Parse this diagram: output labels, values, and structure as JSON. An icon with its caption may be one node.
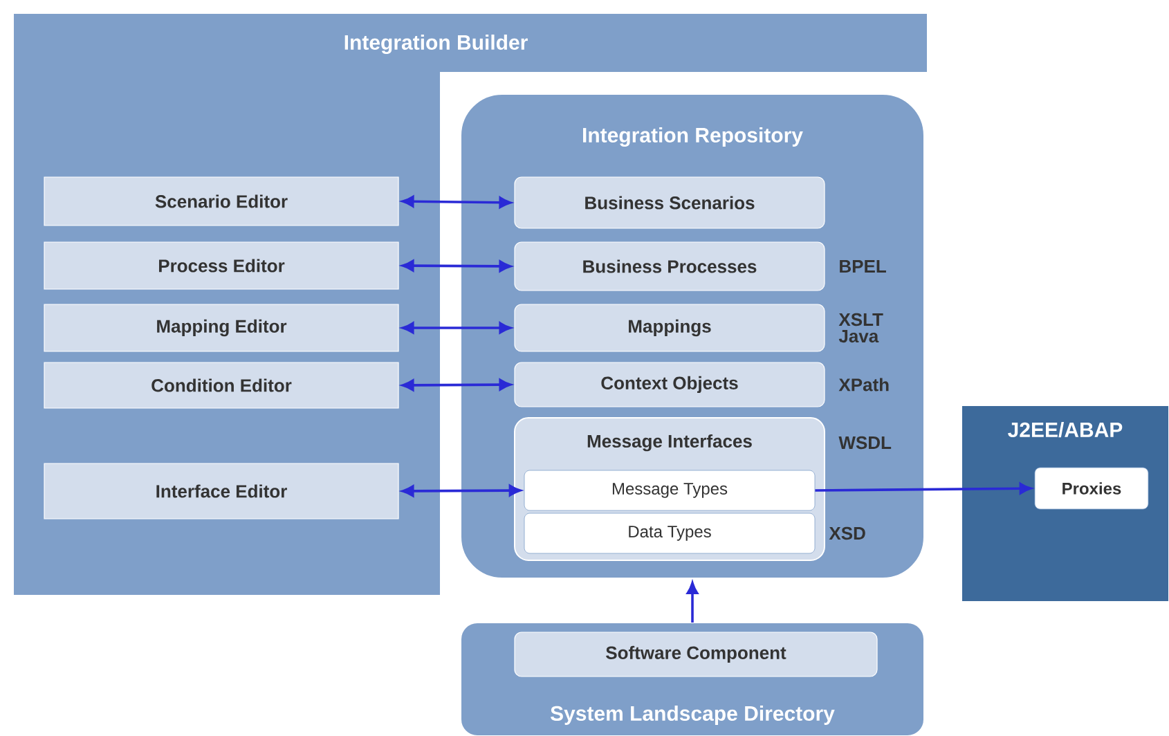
{
  "diagram": {
    "nodes": [
      {
        "text": [
          "Integration Builder"
        ]
      },
      {
        "text": [
          "Scenario Editor"
        ],
        "in": 0
      },
      {
        "text": [
          "Process Editor"
        ],
        "in": 0
      },
      {
        "text": [
          "Mapping Editor"
        ],
        "in": 0
      },
      {
        "text": [
          "Condition Editor"
        ],
        "in": 0
      },
      {
        "text": [
          "Interface Editor"
        ],
        "in": 0
      },
      {
        "text": [
          "Integration Repository"
        ]
      },
      {
        "text": [
          "Business Scenarios"
        ],
        "in": 6
      },
      {
        "text": [
          "Business Processes"
        ],
        "in": 6,
        "beside": [
          "BPEL"
        ]
      },
      {
        "text": [
          "Mappings"
        ],
        "in": 6,
        "beside": [
          "XSLT Java"
        ]
      },
      {
        "text": [
          "Context Objects"
        ],
        "in": 6,
        "beside": [
          "XPath"
        ]
      },
      {
        "text": [
          "Message Interfaces"
        ],
        "in": 6,
        "beside": [
          "WSDL"
        ]
      },
      {
        "text": [
          "Message Types"
        ],
        "in": 11
      },
      {
        "text": [
          "Data Types"
        ],
        "in": 11,
        "beside": [
          "XSD"
        ]
      },
      {
        "text": [
          "J2EE/ABAP"
        ]
      },
      {
        "text": [
          "Proxies"
        ],
        "in": 14
      },
      {
        "text": [
          "System Landscape Directory"
        ]
      },
      {
        "text": [
          "Software Component"
        ],
        "in": 16
      }
    ],
    "edges": [
      {
        "from": 1,
        "to": 7,
        "arrow": "both"
      },
      {
        "from": 2,
        "to": 8,
        "arrow": "both"
      },
      {
        "from": 3,
        "to": 9,
        "arrow": "both"
      },
      {
        "from": 4,
        "to": 10,
        "arrow": "both"
      },
      {
        "from": 5,
        "to": 12,
        "arrow": "both"
      },
      {
        "from": 12,
        "to": 15,
        "arrow": "to"
      },
      {
        "from": 16,
        "to": 6,
        "arrow": "to"
      }
    ]
  }
}
